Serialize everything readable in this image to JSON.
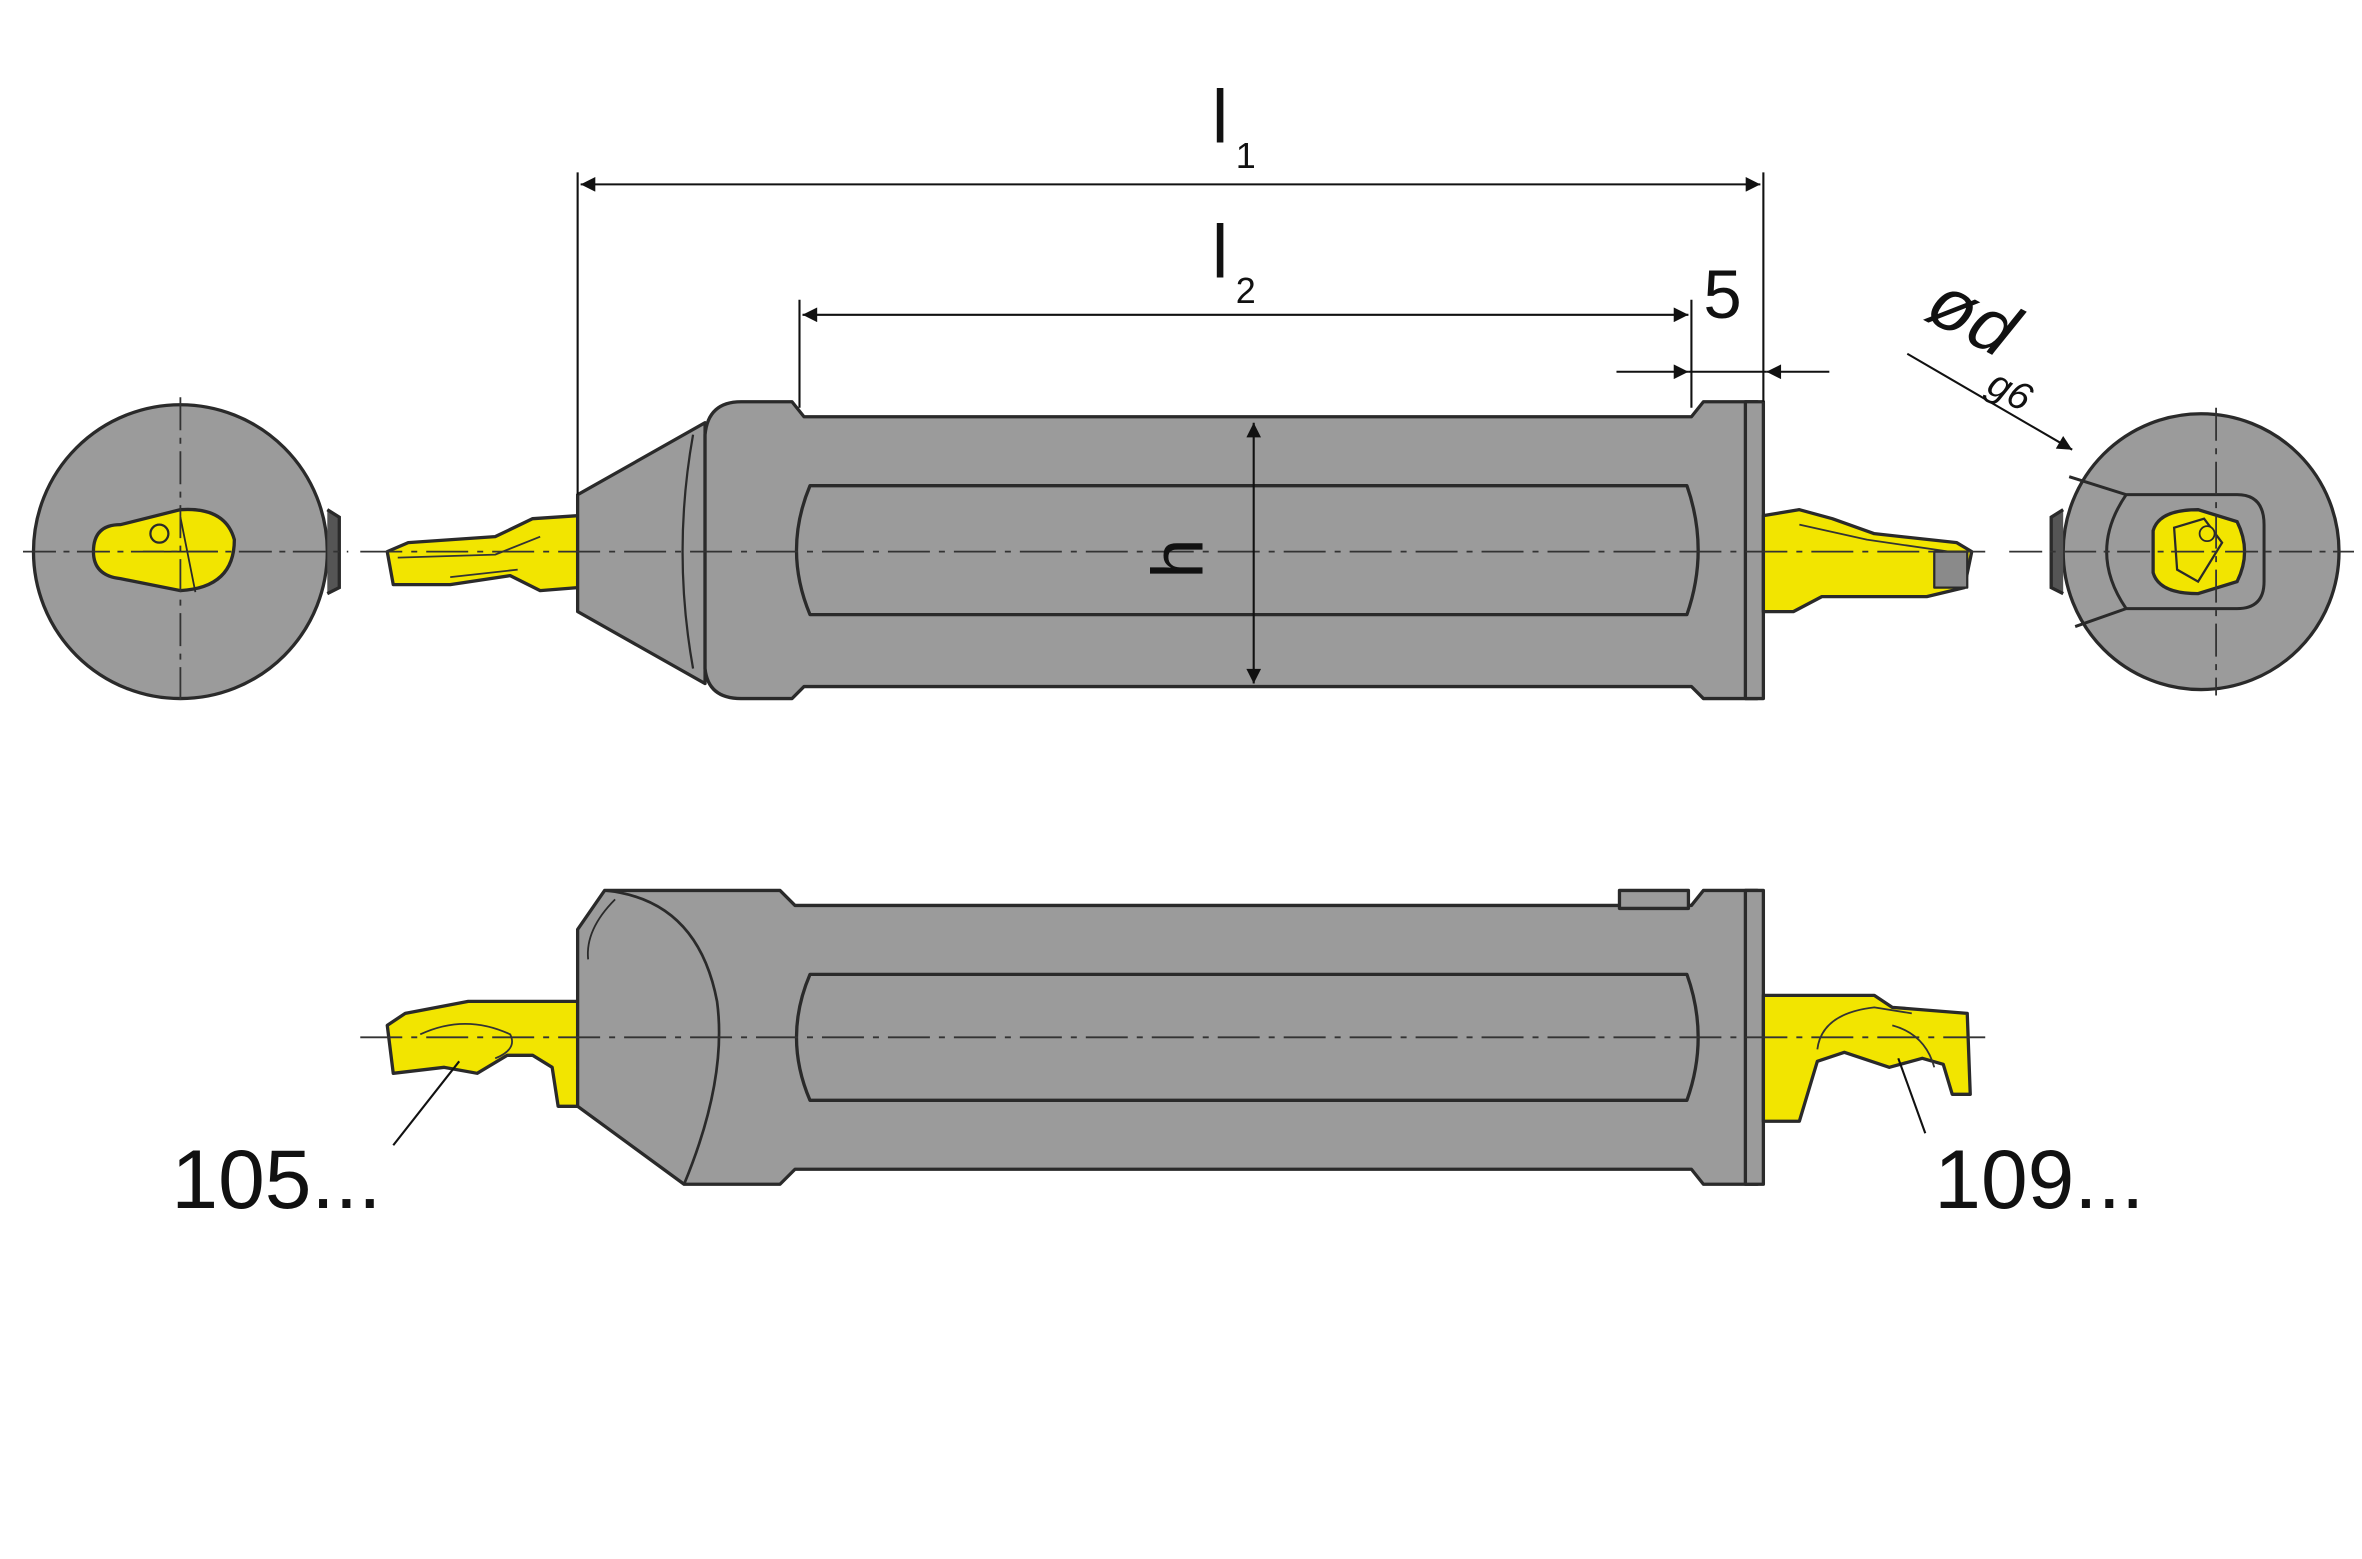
{
  "labels": {
    "l1_main": "l",
    "l1_sub": "1",
    "l2_main": "l",
    "l2_sub": "2",
    "offset": "5",
    "h": "h",
    "dia_main": "ød",
    "dia_sub": "g6",
    "insert_left": "105...",
    "insert_right": "109..."
  },
  "colors": {
    "body": "#9b9b9b",
    "insert": "#f2e500",
    "outline": "#2a2a2a",
    "background": "#ffffff"
  }
}
